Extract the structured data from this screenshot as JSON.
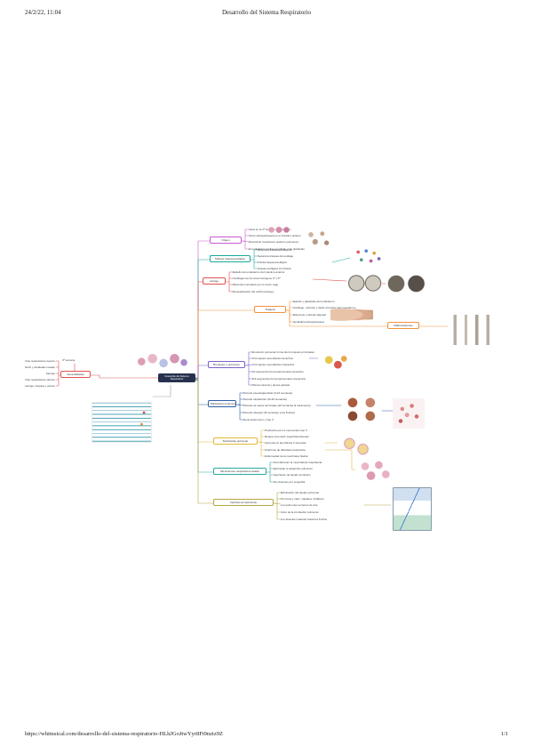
{
  "page": {
    "header": {
      "timestamp": "24/2/22, 11:04",
      "title": "Desarrollo del Sistema Respiratorio"
    },
    "footer": {
      "url": "https://whimsical.com/desarrollo-del-sistema-respiratorio-HLhJGoJtwYyr8Ft9nztz9Z",
      "page_number": "1/1"
    }
  },
  "map": {
    "central": "Desarrollo del Sistema Respiratorio",
    "left": {
      "label": "Generalidades",
      "above": "4ª semana",
      "children": [
        "Vías respiratorias superiores",
        "Nariz y cavidades nasales",
        "Faringe",
        "Vías respiratorias inferiores",
        "Laringe, tráquea y pulmones"
      ]
    },
    "branches": [
      {
        "label": "Origen",
        "color": "#c95bd1",
        "children": [
          "Inicia en la 4ª semana de gestación",
          "Surco laringotraqueal en el intestino anterior",
          "Divertículo respiratorio (esbozo pulmonar)",
          "El endodermo origina el epitelio y las glándulas"
        ]
      },
      {
        "label": "Tabique traqueoesofágico",
        "color": "#18a999",
        "children": [
          "Rebordes traqueoesofágicos",
          "Separa la tráquea del esófago",
          "Fístula traqueoesofágica",
          "Atresia esofágica con fístula"
        ]
      },
      {
        "label": "Laringe",
        "color": "#e05252",
        "children": [
          "Epitelio del endodermo del intestino anterior",
          "Cartílagos de los arcos faríngeos 4º y 6º",
          "Músculos inervados por el nervio vago",
          "Recanalización del orificio laríngeo"
        ]
      },
      {
        "label": "Tráquea",
        "color": "#f0933a",
        "subnode": "Malformaciones",
        "children": [
          "Epitelio y glándulas del endodermo",
          "Cartílago, músculo y tejido conectivo del mesodermo",
          "Estenosis y atresia traqueal",
          "Hendidura laringotraqueal"
        ]
      },
      {
        "label": "Bronquios y pulmones",
        "color": "#7b61c4",
        "children": [
          "El esbozo pulmonar forma dos bronquios principales",
          "3 bronquios secundarios derechos",
          "2 bronquios secundarios izquierdos",
          "10 segmentos broncopulmonares derechos",
          "8-9 segmentos broncopulmonares izquierdos",
          "Pleura visceral y pleura parietal"
        ]
      },
      {
        "label": "Maduración pulmonar",
        "color": "#2f5fa5",
        "children": [
          "Periodo pseudoglandular (6-16 semanas)",
          "Periodo canalicular (16-26 semanas)",
          "Periodo de sacos terminales (26 semanas al nacimiento)",
          "Periodo alveolar (32 semanas a los 8 años)",
          "Neumocitos tipo I y tipo II"
        ]
      },
      {
        "label": "Surfactante pulmonar",
        "color": "#e0b73a",
        "children": [
          "Producido por los neumocitos tipo II",
          "Reduce la tensión superficial alveolar",
          "Aumenta en las últimas 2 semanas",
          "Síndrome de dificultad respiratoria",
          "Enfermedad de la membrana hialina"
        ]
      },
      {
        "label": "Movimientos respiratorios fetales",
        "color": "#2aa7a0",
        "children": [
          "Acondicionan la musculatura respiratoria",
          "Estimulan el desarrollo pulmonar",
          "Aspiración de líquido amniótico",
          "Se observan por ecografía"
        ]
      },
      {
        "label": "Cambios al nacimiento",
        "color": "#b5a642",
        "children": [
          "Eliminación del líquido pulmonar",
          "Por boca y nariz, capilares, linfáticos",
          "Los pulmones se llenan de aire",
          "Inicio de la circulación pulmonar",
          "Los alvéolos maduran hasta los 8 años"
        ]
      }
    ]
  }
}
